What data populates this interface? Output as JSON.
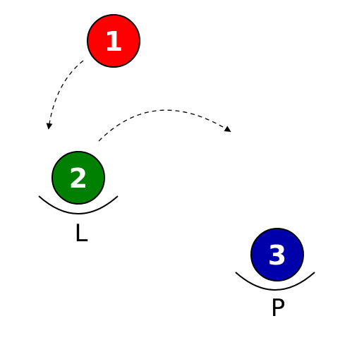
{
  "nodes": [
    {
      "id": "1",
      "label": "1",
      "color": "#ff0000"
    },
    {
      "id": "2",
      "label": "2",
      "color": "#008000"
    },
    {
      "id": "3",
      "label": "3",
      "color": "#0000aa"
    }
  ],
  "wells": [
    {
      "node": "2",
      "label": "L"
    },
    {
      "node": "3",
      "label": "P"
    }
  ],
  "arrows": [
    {
      "from": "1",
      "to": "2",
      "style": "dashed"
    },
    {
      "from": "2",
      "to": "3",
      "style": "dashed"
    }
  ]
}
